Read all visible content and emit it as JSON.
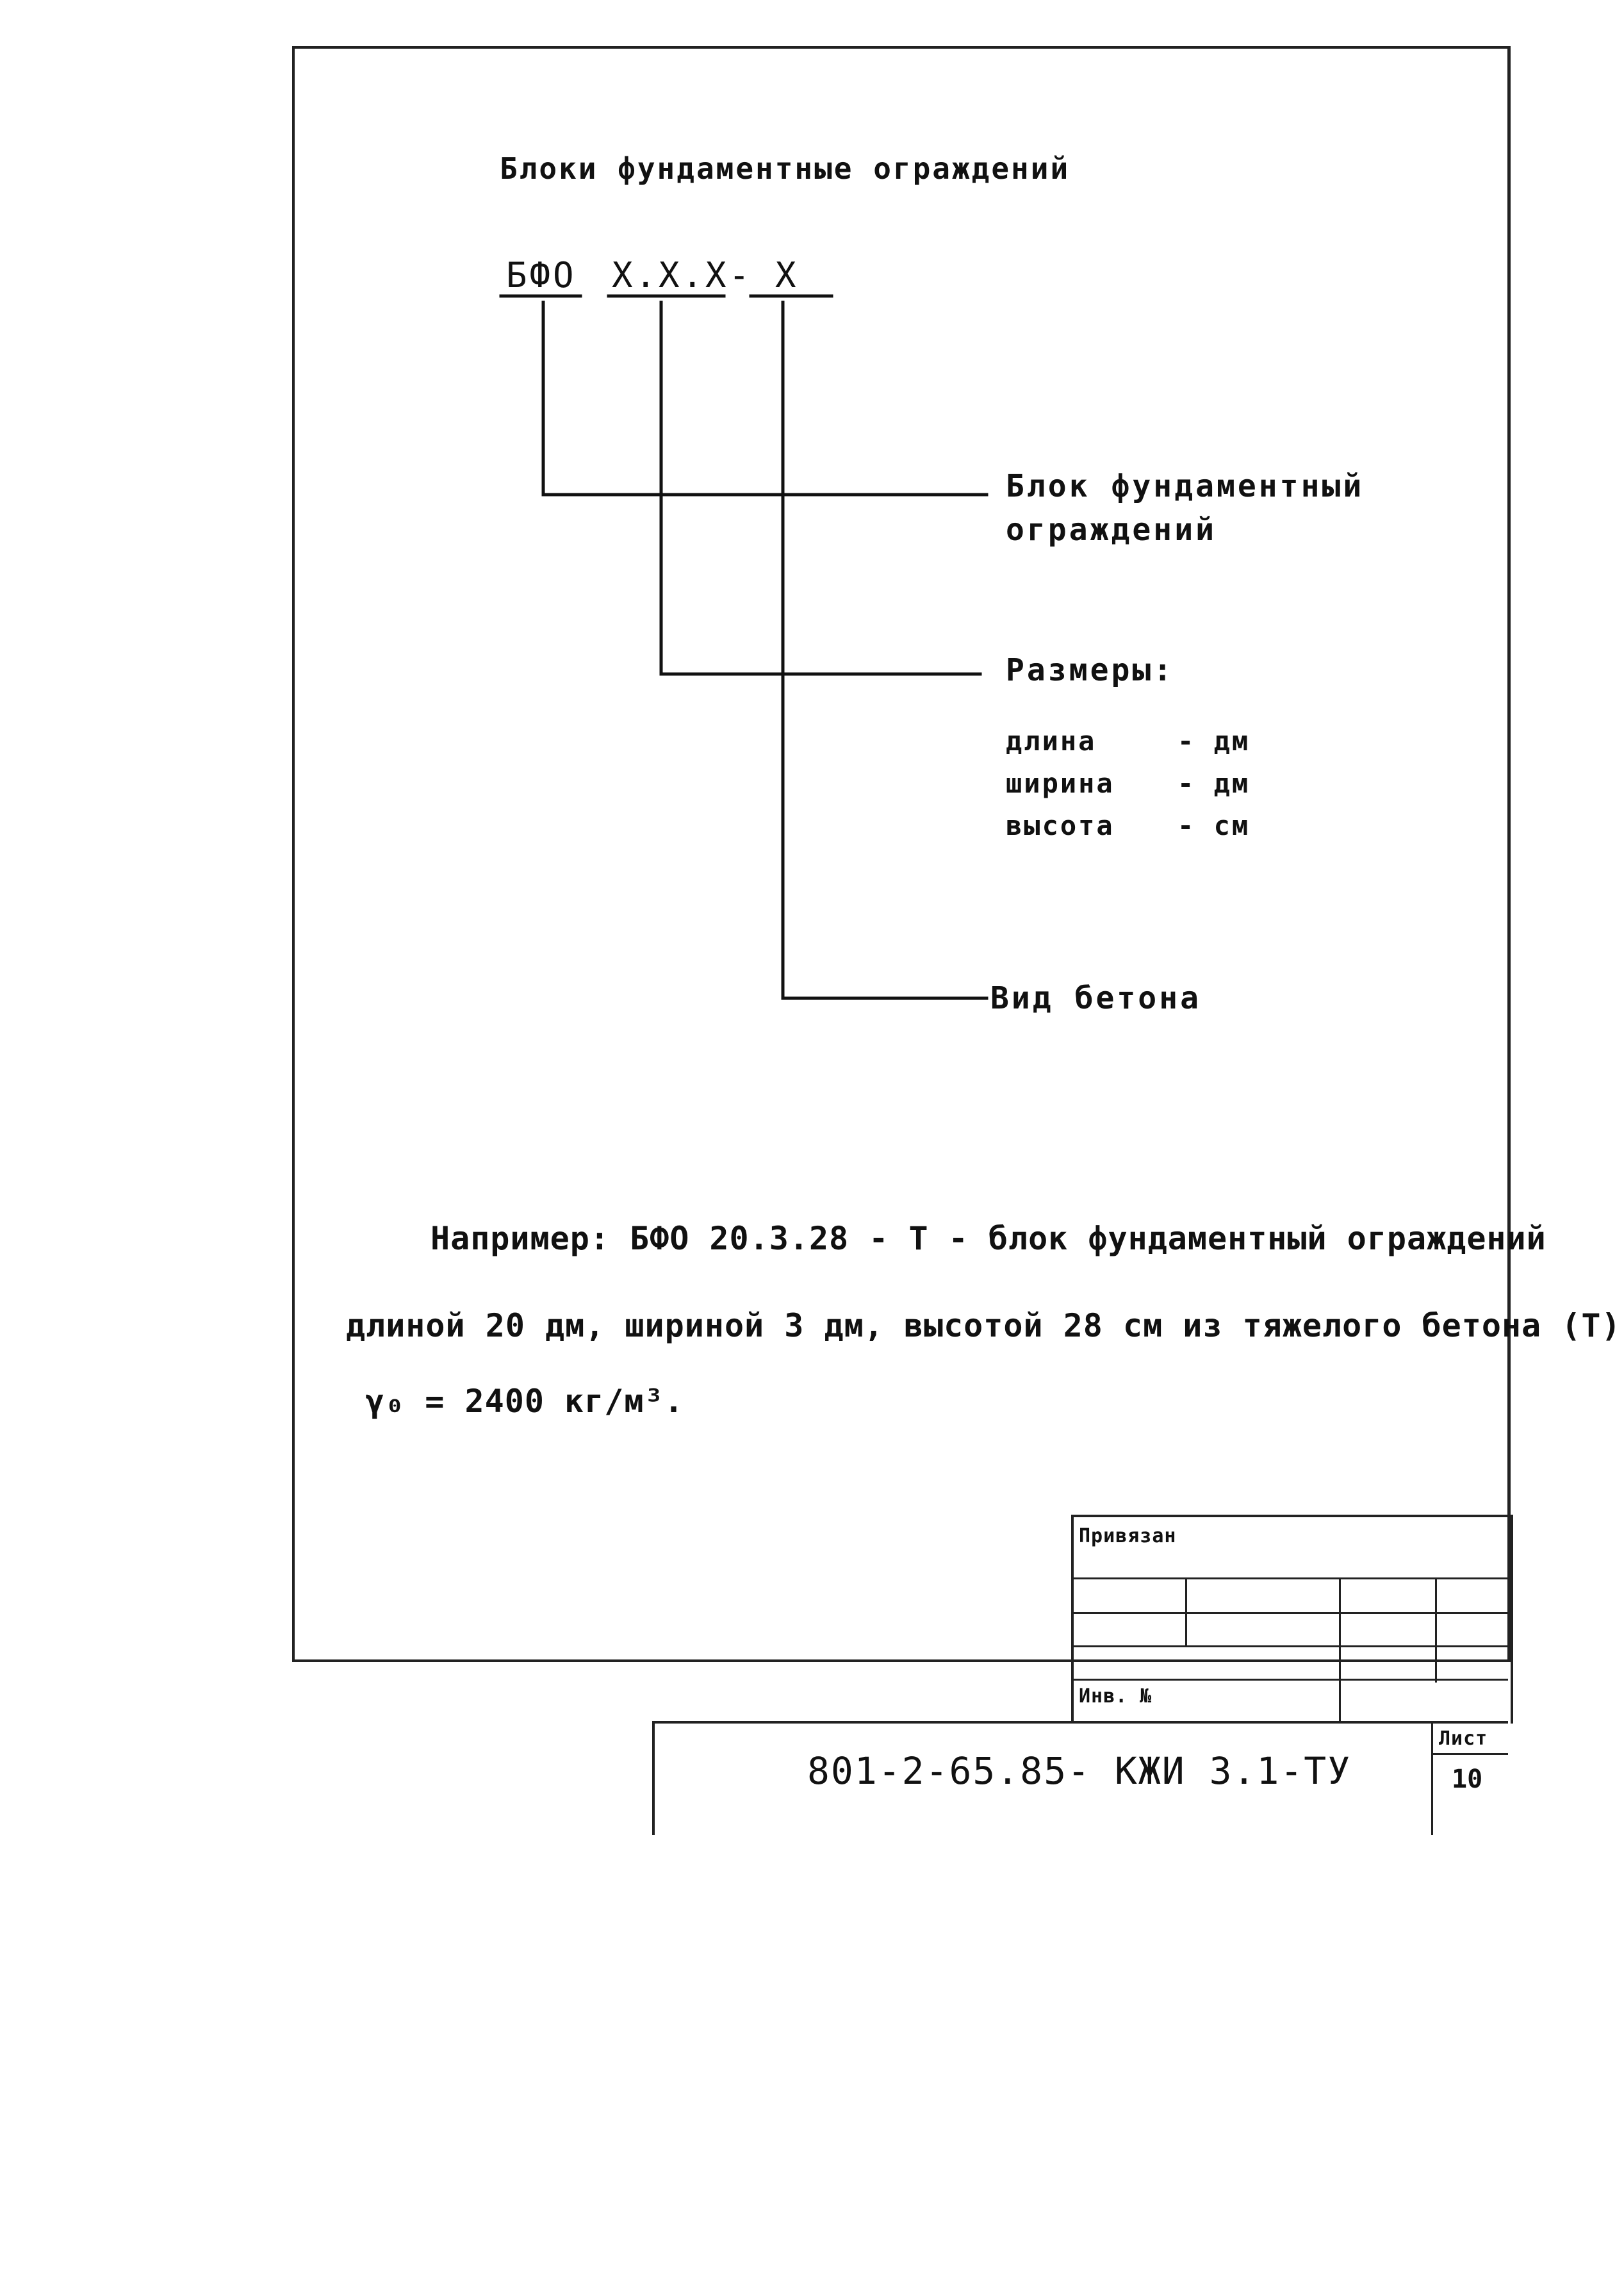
{
  "heading": "Блоки фундаментные ограждений",
  "code": {
    "prefix": "БФО",
    "sizes": "Х.Х.Х-",
    "concrete": "Х"
  },
  "legend": {
    "block": {
      "line1": "Блок фундаментный",
      "line2": "ограждений"
    },
    "sizes": {
      "title": "Размеры:",
      "rows": [
        {
          "name": "длина",
          "unit": "- дм"
        },
        {
          "name": "ширина",
          "unit": "- дм"
        },
        {
          "name": "высота",
          "unit": "- см"
        }
      ]
    },
    "concrete": "Вид бетона"
  },
  "example": {
    "line1": "Например: БФО 20.3.28 - Т - блок фундаментный ограждений",
    "line2": "длиной 20 дм, шириной 3 дм, высотой 28 см из тяжелого бетона (Т)",
    "line3": "γ₀ = 2400 кг/м³."
  },
  "stamp": {
    "attached_label": "Привязан",
    "inv_label": "Инв. №",
    "doc_code": "801-2-65.85- КЖИ 3.1-ТУ",
    "sheet_label": "Лист",
    "sheet_number": "10"
  }
}
